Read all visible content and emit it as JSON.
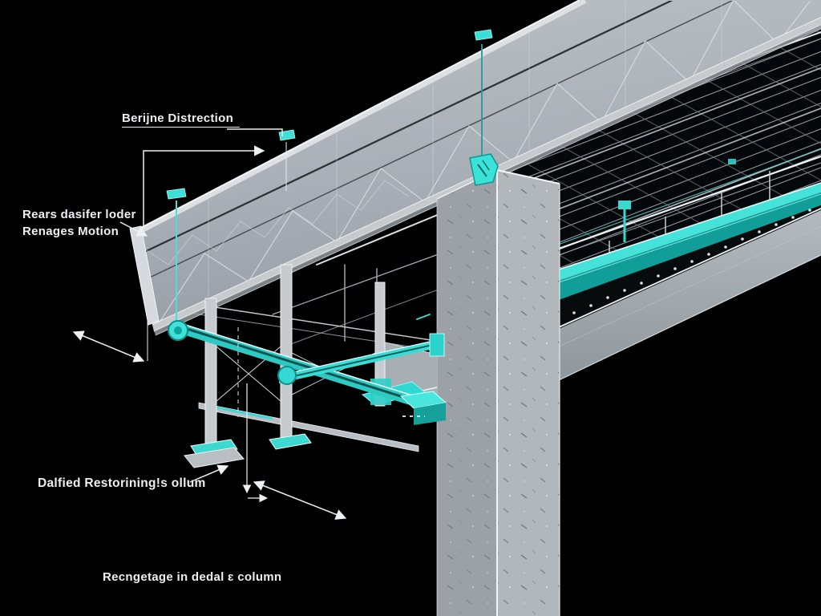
{
  "labels": {
    "beam_callout": "Berijne Distrection",
    "hanger_callout_line1": "Rears dasifer loder",
    "hanger_callout_line2": "Renages Motion",
    "base_plate_callout": "Dalfied Restorining!s ollum",
    "column_note": "Recngetage in dedal ɛ column"
  },
  "colors": {
    "background": "#000000",
    "accent_cyan": "#3BE0D8",
    "deck_teal": "#129E98",
    "concrete_gray": "#AEB4BA",
    "steel_light": "#D7DBDE",
    "annotation_white": "#EEF1F2",
    "text": "#EDEFF0"
  }
}
